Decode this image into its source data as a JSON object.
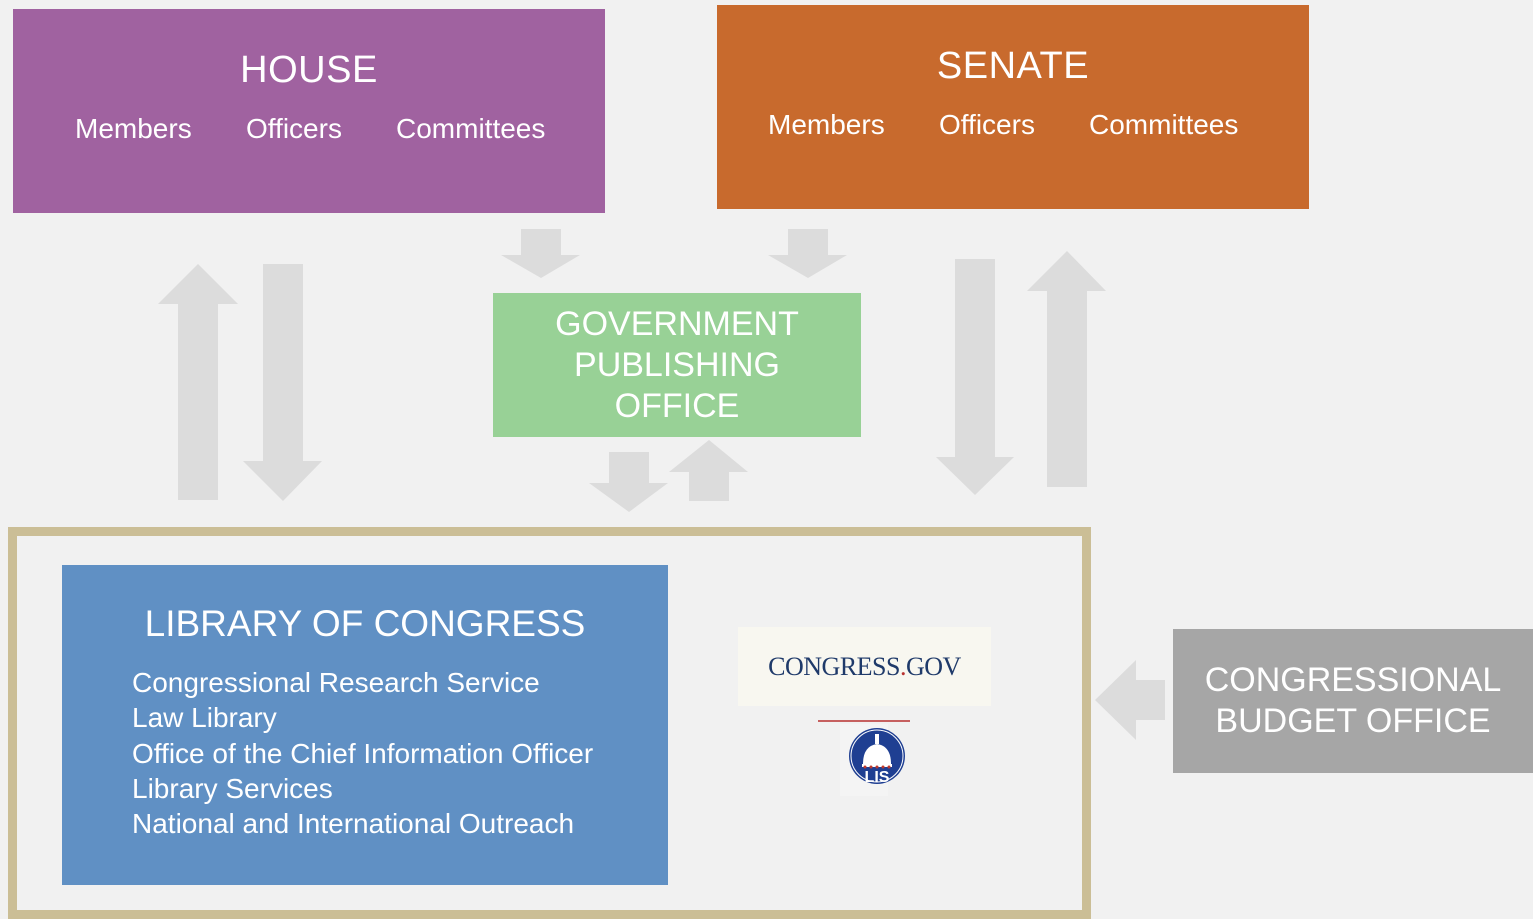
{
  "house": {
    "title": "HOUSE",
    "items": [
      "Members",
      "Officers",
      "Committees"
    ],
    "color": "#a062a0"
  },
  "senate": {
    "title": "SENATE",
    "items": [
      "Members",
      "Officers",
      "Committees"
    ],
    "color": "#c86a2d"
  },
  "gpo": {
    "lines": [
      "GOVERNMENT",
      "PUBLISHING",
      "OFFICE"
    ],
    "color": "#98d196"
  },
  "library": {
    "title": "LIBRARY OF CONGRESS",
    "items": [
      "Congressional Research Service",
      "Law Library",
      "Office of the Chief Information Officer",
      "Library Services",
      "National and International Outreach"
    ],
    "color": "#6090c4",
    "frame_color": "#cbbe96"
  },
  "cbo": {
    "lines": [
      "CONGRESSIONAL",
      "BUDGET OFFICE"
    ],
    "color": "#a6a6a6"
  },
  "logos": {
    "congress_gov": {
      "name": "CONGRESS",
      "dot": ".",
      "suffix": "GOV"
    },
    "lis": {
      "text": "LIS"
    }
  },
  "arrow_color": "#dcdcdc"
}
